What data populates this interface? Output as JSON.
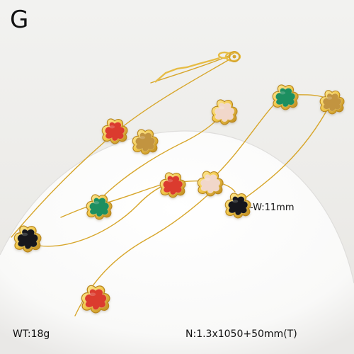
{
  "header": {
    "brand_letter": "G"
  },
  "labels": {
    "size": "-W:11mm",
    "weight": "WT:18g",
    "length": "N:1.3x1050+50mm(T)"
  },
  "colors": {
    "gold": "#e5b533",
    "red": "#db3b2e",
    "brown": "#c29441",
    "pink": "#f1d7ca",
    "green": "#1f8f61",
    "black": "#17191c"
  },
  "product": {
    "pendant_colors": [
      "red",
      "brown",
      "pink",
      "green",
      "brown",
      "red",
      "pink",
      "green",
      "black",
      "black",
      "red"
    ]
  }
}
